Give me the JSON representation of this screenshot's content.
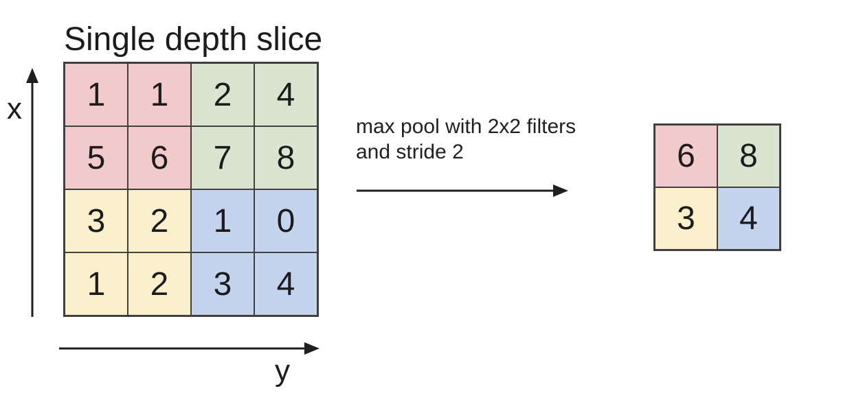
{
  "title": "Single depth slice",
  "axes": {
    "x_label": "x",
    "y_label": "y"
  },
  "annotation": {
    "line1": "max pool with 2x2 filters",
    "line2": "and stride 2"
  },
  "colors": {
    "pink": "#f3cacb",
    "green": "#d9e5d0",
    "yellow": "#faf0cc",
    "blue": "#c5d4ee",
    "grid_border": "#3f3f3f",
    "arrow": "#1f1f1f",
    "text": "#1c1c1c"
  },
  "input_grid": {
    "rows": 4,
    "cols": 4,
    "cells": [
      {
        "value": "1",
        "color": "pink"
      },
      {
        "value": "1",
        "color": "pink"
      },
      {
        "value": "2",
        "color": "green"
      },
      {
        "value": "4",
        "color": "green"
      },
      {
        "value": "5",
        "color": "pink"
      },
      {
        "value": "6",
        "color": "pink"
      },
      {
        "value": "7",
        "color": "green"
      },
      {
        "value": "8",
        "color": "green"
      },
      {
        "value": "3",
        "color": "yellow"
      },
      {
        "value": "2",
        "color": "yellow"
      },
      {
        "value": "1",
        "color": "blue"
      },
      {
        "value": "0",
        "color": "blue"
      },
      {
        "value": "1",
        "color": "yellow"
      },
      {
        "value": "2",
        "color": "yellow"
      },
      {
        "value": "3",
        "color": "blue"
      },
      {
        "value": "4",
        "color": "blue"
      }
    ]
  },
  "output_grid": {
    "rows": 2,
    "cols": 2,
    "cells": [
      {
        "value": "6",
        "color": "pink"
      },
      {
        "value": "8",
        "color": "green"
      },
      {
        "value": "3",
        "color": "yellow"
      },
      {
        "value": "4",
        "color": "blue"
      }
    ]
  }
}
